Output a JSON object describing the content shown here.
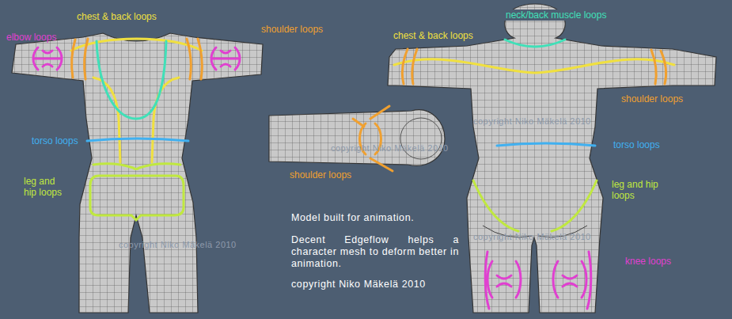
{
  "diagram": {
    "labels": [
      "elbow loops",
      "chest & back loops",
      "shoulder loops",
      "chest & back loops",
      "neck/back muscle loops",
      "shoulder loops",
      "shoulder loops",
      "torso loops",
      "torso loops",
      "leg and hip loops",
      "leg and hip loops",
      "knee loops",
      "Model built for animation.",
      "Decent Edgeflow helps a character mesh to deform better in animation.",
      "copyright Niko Mäkelä 2010",
      "copyright Niko Mäkelä 2010",
      "copyright Niko Mäkelä 2010",
      "copyright Niko Mäkelä 2010",
      "copyright Niko Mäkelä 2010"
    ]
  }
}
